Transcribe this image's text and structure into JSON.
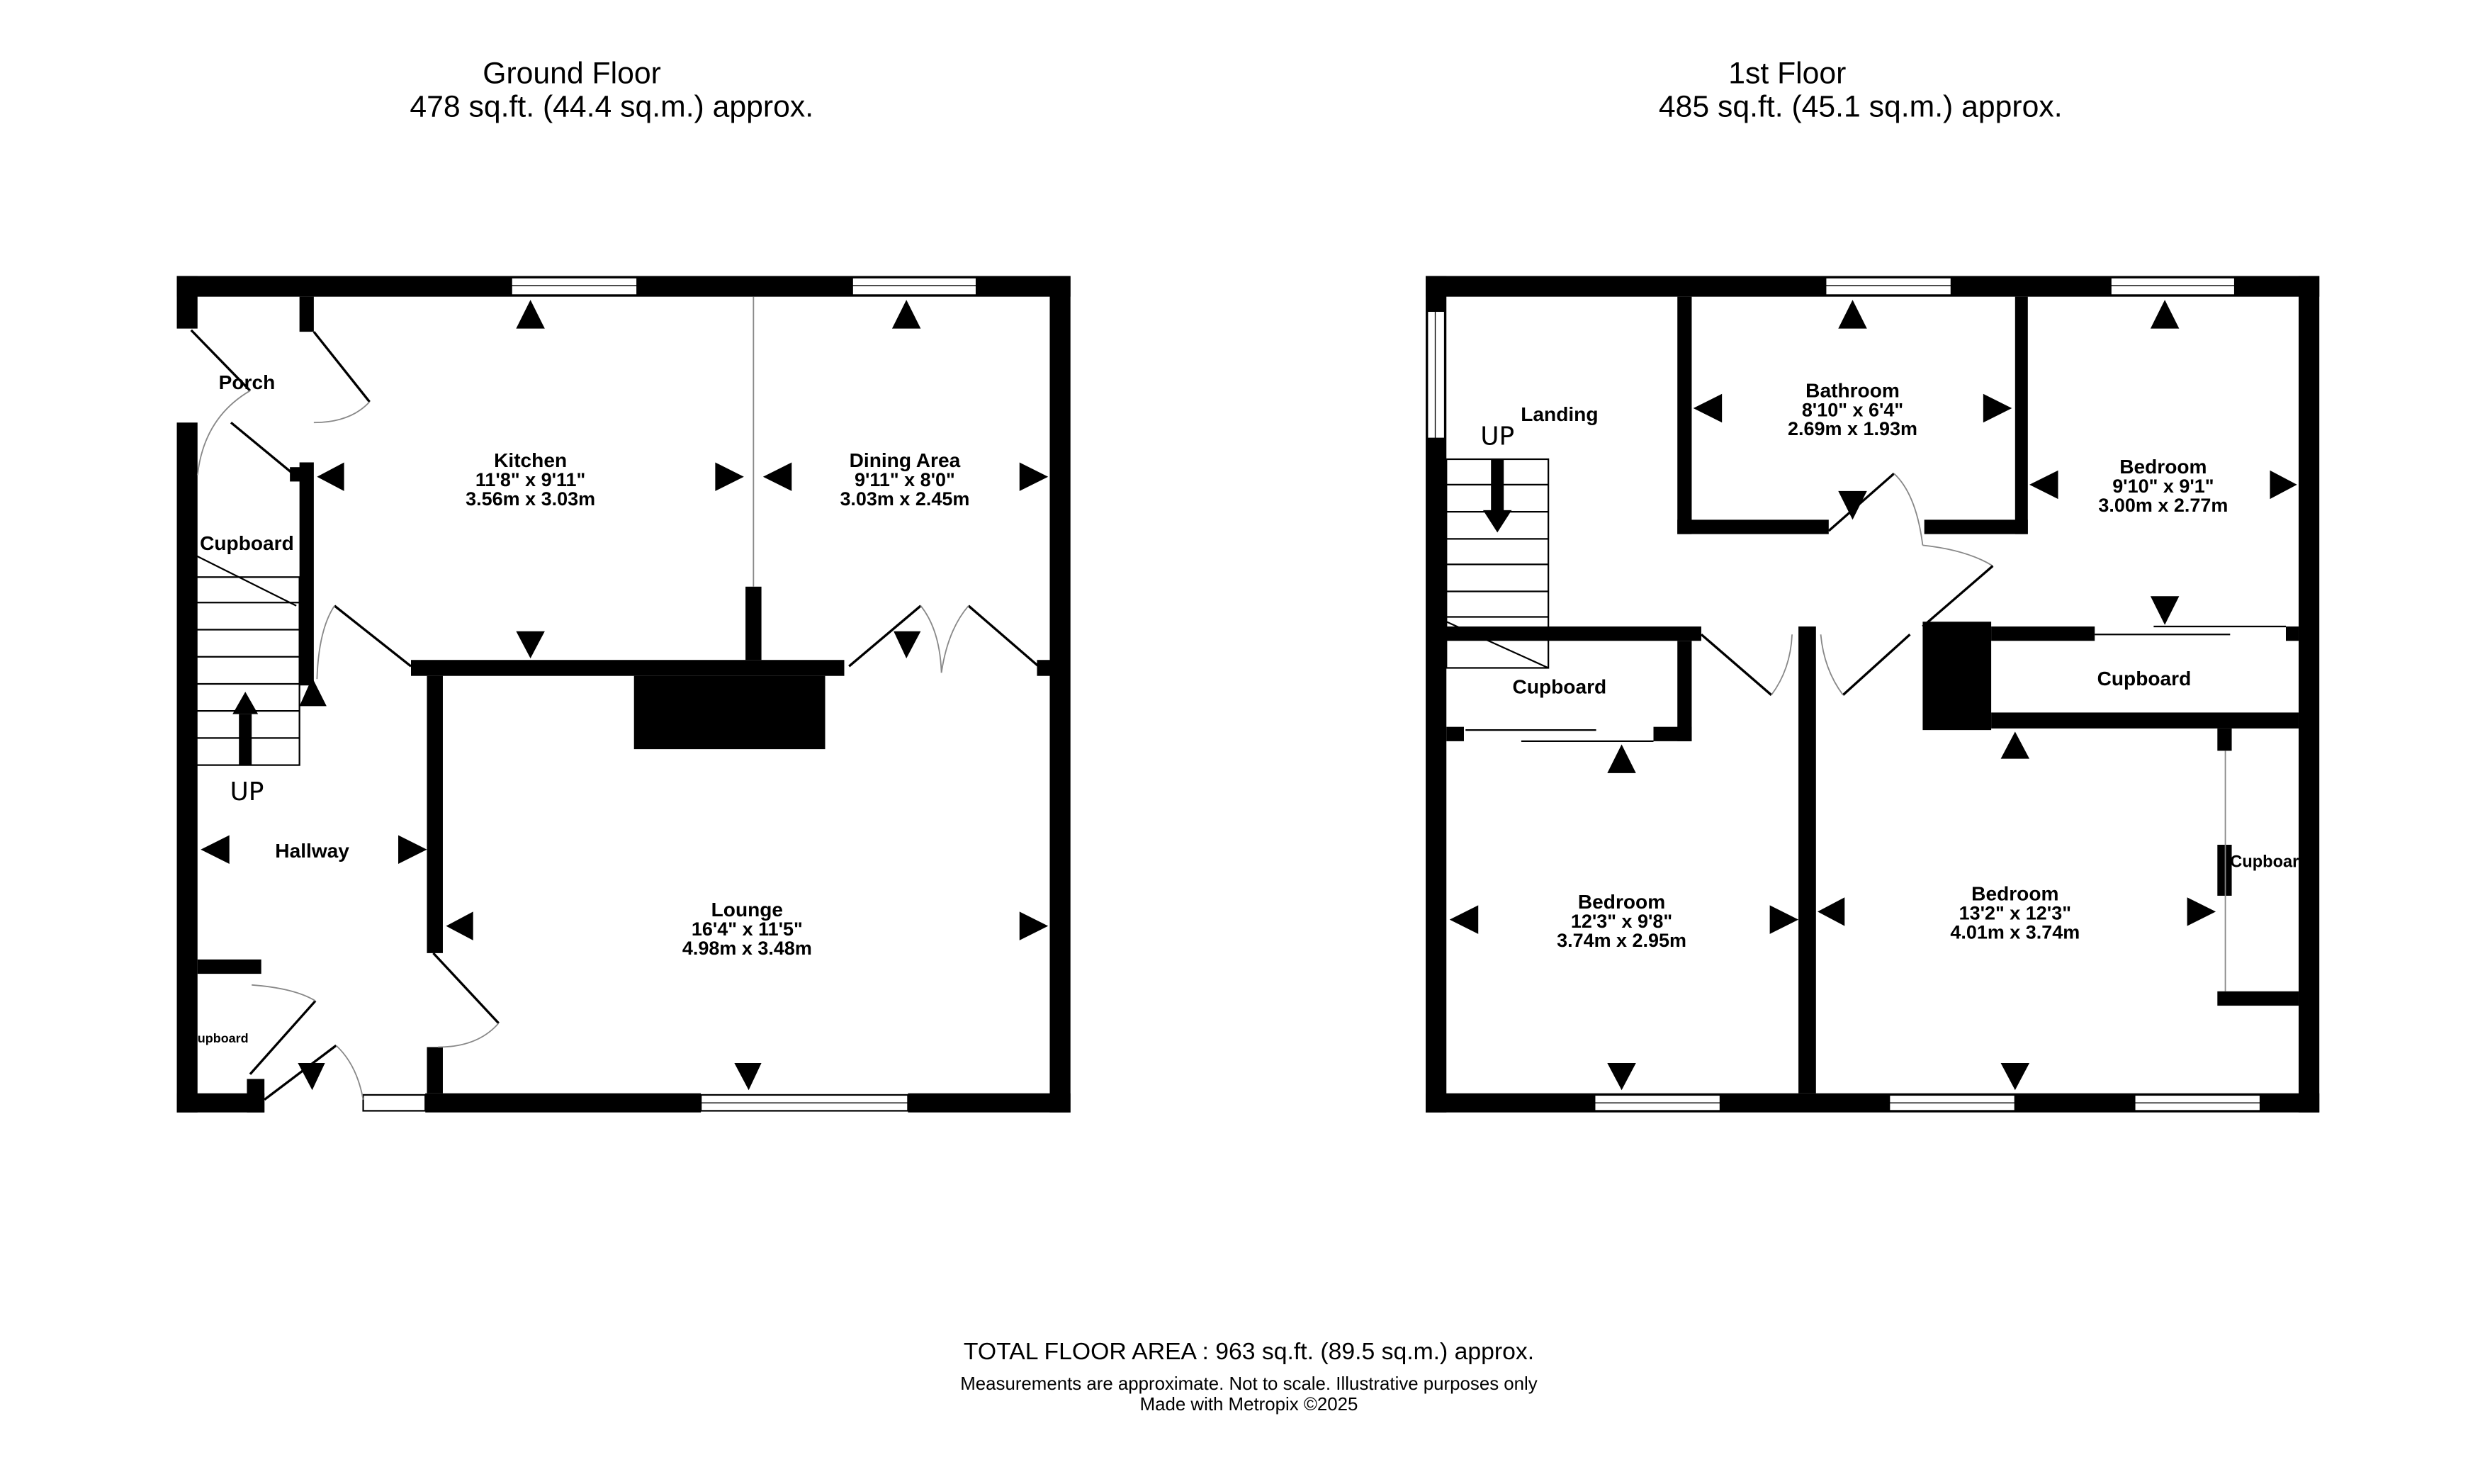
{
  "ground_floor": {
    "title": "Ground Floor",
    "area": "478 sq.ft. (44.4 sq.m.) approx.",
    "rooms": [
      {
        "name": "Porch"
      },
      {
        "name": "Kitchen",
        "imperial": "11'8\"  x 9'11\"",
        "metric": "3.56m  x 3.03m"
      },
      {
        "name": "Dining Area",
        "imperial": "9'11\"  x 8'0\"",
        "metric": "3.03m  x 2.45m"
      },
      {
        "name": "Cupboard"
      },
      {
        "name": "Hallway"
      },
      {
        "name": "Lounge",
        "imperial": "16'4\"  x 11'5\"",
        "metric": "4.98m  x 3.48m"
      },
      {
        "name": "upboard"
      }
    ],
    "stairs_label": "UP"
  },
  "first_floor": {
    "title": "1st Floor",
    "area": "485 sq.ft. (45.1 sq.m.) approx.",
    "rooms": [
      {
        "name": "Landing"
      },
      {
        "name": "Bathroom",
        "imperial": "8'10\"  x 6'4\"",
        "metric": "2.69m  x 1.93m"
      },
      {
        "name": "Bedroom",
        "imperial": "9'10\"  x 9'1\"",
        "metric": "3.00m  x 2.77m"
      },
      {
        "name": "Cupboard"
      },
      {
        "name": "Cupboard"
      },
      {
        "name": "Bedroom",
        "imperial": "12'3\"  x 9'8\"",
        "metric": "3.74m  x 2.95m"
      },
      {
        "name": "Bedroom",
        "imperial": "13'2\"  x 12'3\"",
        "metric": "4.01m  x 3.74m"
      },
      {
        "name": "Cupboar"
      }
    ],
    "stairs_label": "UP"
  },
  "footer": {
    "total": "TOTAL FLOOR AREA : 963 sq.ft. (89.5 sq.m.) approx.",
    "disclaimer": "Measurements are approximate.  Not to scale.  Illustrative purposes only",
    "credit": "Made with Metropix ©2025"
  }
}
